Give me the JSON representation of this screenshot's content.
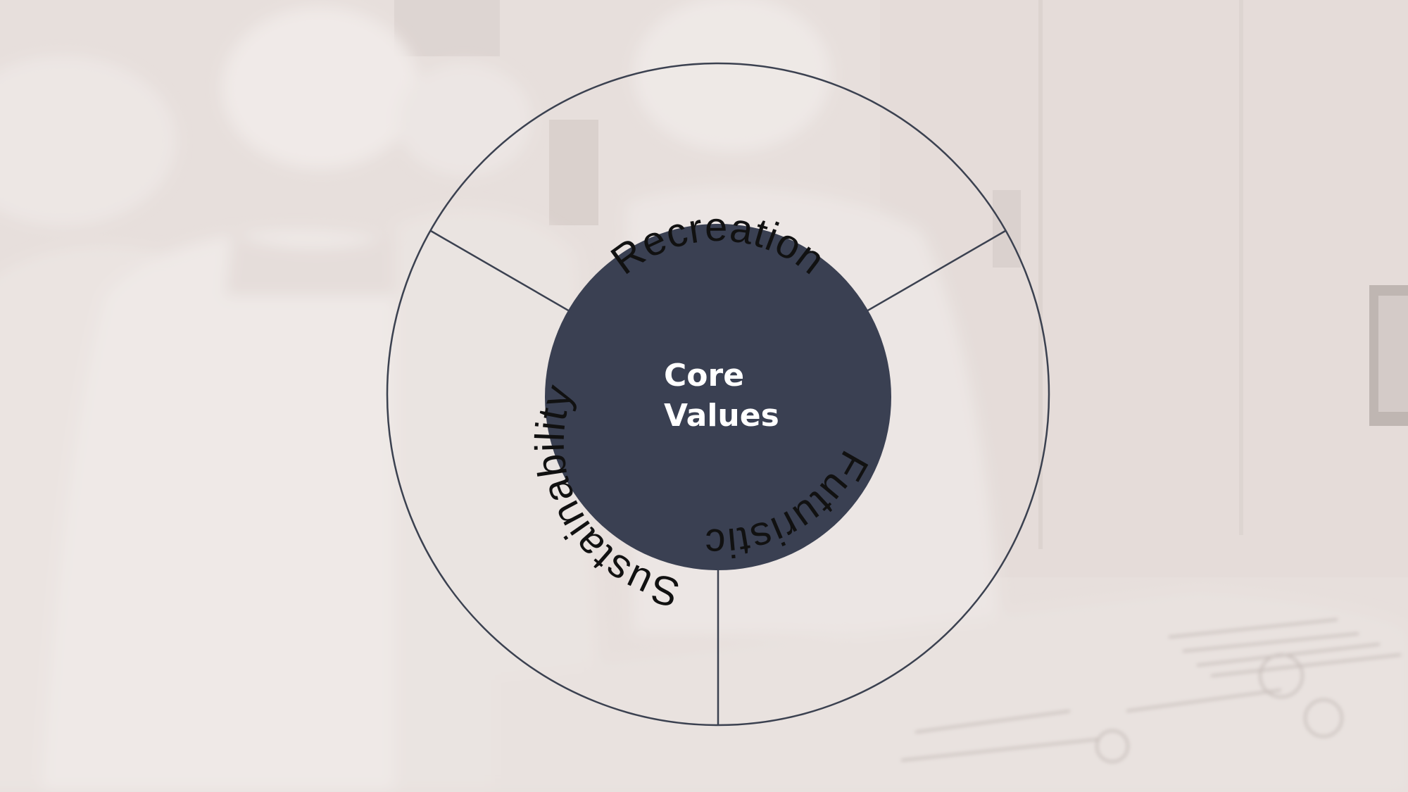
{
  "diagram": {
    "center_label_lines": [
      "Core",
      "Values"
    ],
    "segments": [
      {
        "label": "Recreation"
      },
      {
        "label": "Futuristic"
      },
      {
        "label": "Sustainability"
      }
    ]
  },
  "colors": {
    "background": "#e7dfdc",
    "photo_tint": "#f3eeec",
    "photo_shadow": "#cbbfba",
    "ring_stroke": "#3b4150",
    "center_fill": "#3a4052",
    "center_text": "#ffffff",
    "label_text": "#111111"
  },
  "background_image": {
    "icon": "surgeons-operating-room-photo"
  }
}
